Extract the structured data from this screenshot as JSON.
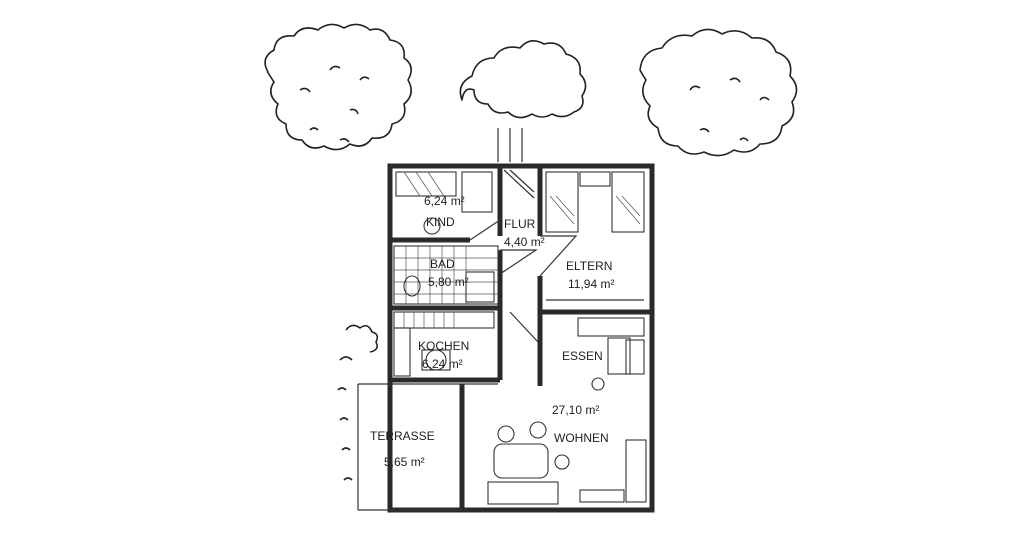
{
  "rooms": {
    "kind": {
      "name": "KIND",
      "area": "6,24 m²"
    },
    "flur": {
      "name": "FLUR",
      "area": "4,40 m²"
    },
    "bad": {
      "name": "BAD",
      "area": "5,80 m²"
    },
    "kochen": {
      "name": "KOCHEN",
      "area": "6,24 m²"
    },
    "eltern": {
      "name": "ELTERN",
      "area": "11,94 m²"
    },
    "essen": {
      "name": "ESSEN"
    },
    "wohnen": {
      "name": "WOHNEN",
      "area": "27,10 m²"
    },
    "terrasse": {
      "name": "TERRASSE",
      "area": "5,65 m²"
    }
  },
  "colors": {
    "ink": "#2a2a2a",
    "paper": "#ffffff"
  }
}
